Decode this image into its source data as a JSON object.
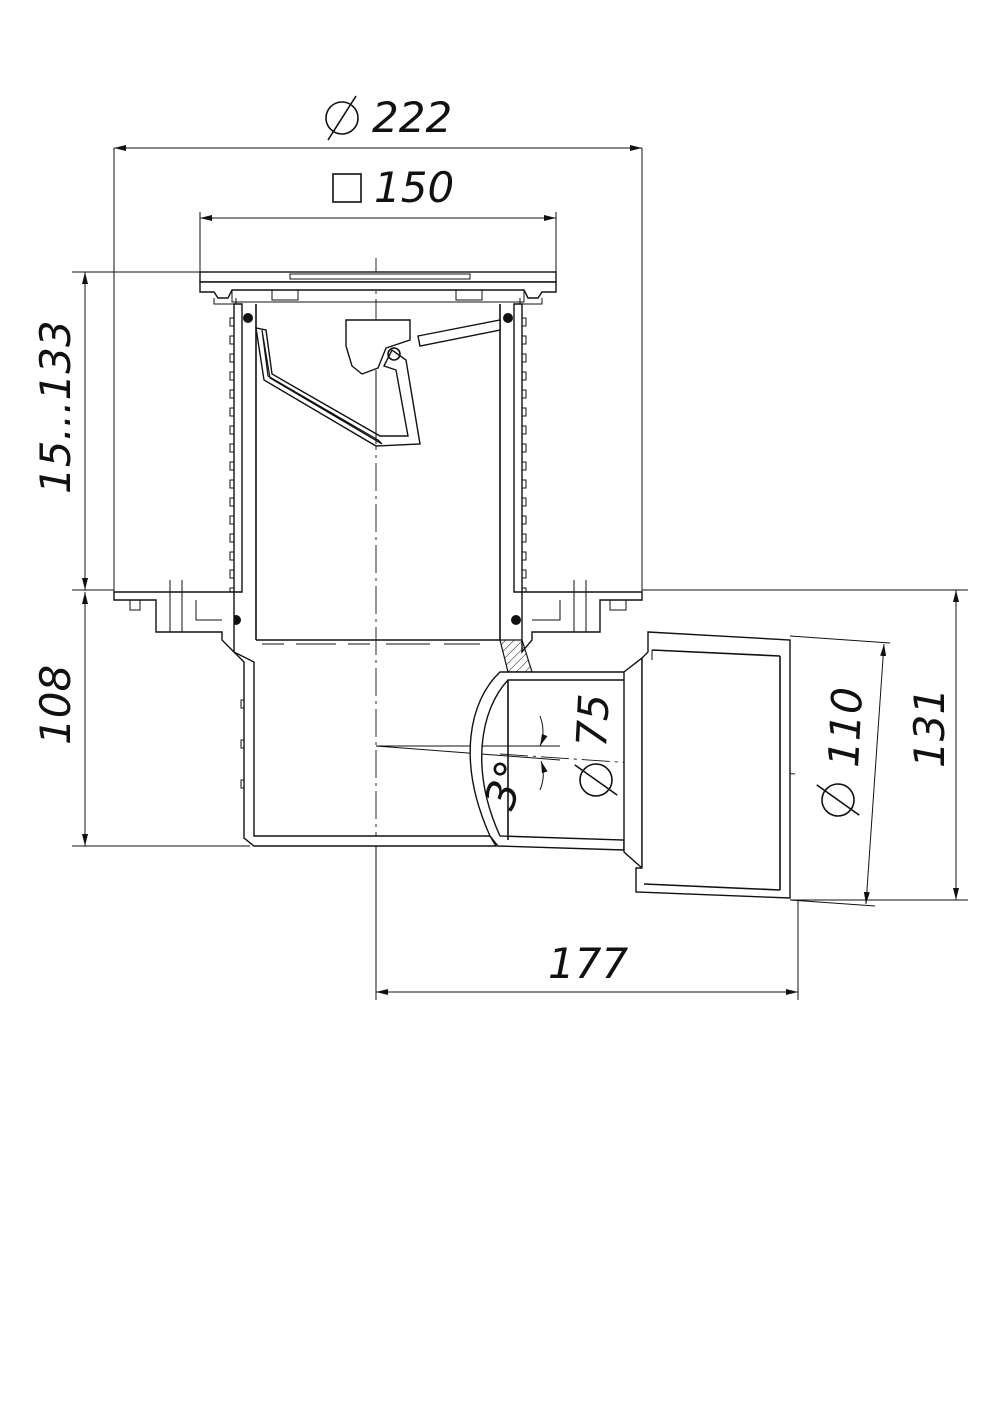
{
  "dimensions": {
    "d_flange": "222",
    "sq_grate": "150",
    "height_adjust": "15...133",
    "height_body": "108",
    "d_outlet": "75",
    "d_socket": "110",
    "height_outlet": "131",
    "length_outlet": "177",
    "angle": "3°"
  },
  "icons": {
    "diameter": "diameter-symbol",
    "square": "square-symbol"
  }
}
